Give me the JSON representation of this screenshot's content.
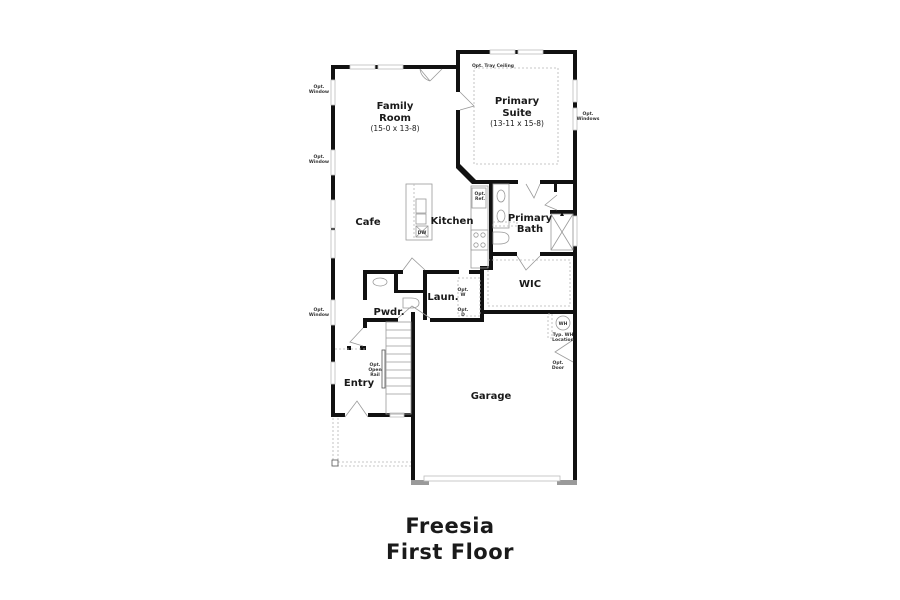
{
  "plan": {
    "name": "Freesia",
    "floor": "First Floor"
  },
  "rooms": {
    "family_room": {
      "name_line1": "Family",
      "name_line2": "Room",
      "dims": "(15-0 x 13-8)"
    },
    "primary_suite": {
      "name_line1": "Primary",
      "name_line2": "Suite",
      "dims": "(13-11 x 15-8)"
    },
    "cafe": {
      "name": "Cafe"
    },
    "kitchen": {
      "name": "Kitchen"
    },
    "primary_bath": {
      "name_line1": "Primary",
      "name_line2": "Bath"
    },
    "wic": {
      "name": "WIC"
    },
    "laundry": {
      "name": "Laun."
    },
    "powder": {
      "name": "Pwdr."
    },
    "entry": {
      "name": "Entry"
    },
    "garage": {
      "name": "Garage"
    }
  },
  "notes": {
    "opt_window_1": [
      "Opt.",
      "Window"
    ],
    "opt_window_2": [
      "Opt.",
      "Window"
    ],
    "opt_window_3": [
      "Opt.",
      "Window"
    ],
    "opt_windows": [
      "Opt.",
      "Windows"
    ],
    "opt_tray_ceiling": "Opt. Tray Ceiling",
    "opt_ref": [
      "Opt.",
      "Ref."
    ],
    "dw": "DW",
    "opt_w": [
      "Opt.",
      "W"
    ],
    "opt_d": [
      "Opt.",
      "D"
    ],
    "opt_open_rail": [
      "Opt.",
      "Open",
      "Rail"
    ],
    "wh": "WH",
    "typ_wh_location": [
      "Typ. WH",
      "Location"
    ],
    "opt_door": [
      "Opt.",
      "Door"
    ]
  }
}
